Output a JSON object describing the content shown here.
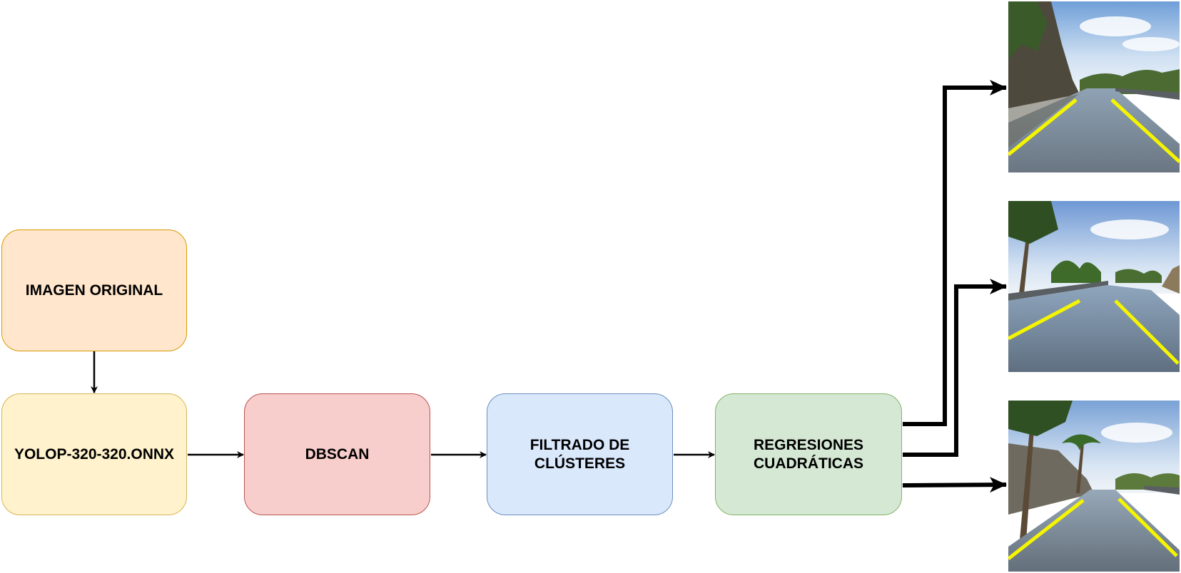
{
  "colors": {
    "orange_fill": "#ffe6cc",
    "orange_stroke": "#d79b00",
    "yellow_fill": "#fff2cc",
    "yellow_stroke": "#d6b656",
    "red_fill": "#f8cecc",
    "red_stroke": "#b85450",
    "blue_fill": "#dae8fc",
    "blue_stroke": "#6c8ebf",
    "green_fill": "#d5e8d4",
    "green_stroke": "#82b366",
    "lane_line": "#f5f500"
  },
  "nodes": {
    "imagen_original": "IMAGEN ORIGINAL",
    "yolop": "YOLOP-320-320.ONNX",
    "dbscan": "DBSCAN",
    "filtrado": "FILTRADO DE CLÚSTERES",
    "regresiones": "REGRESIONES CUADRÁTICAS"
  },
  "outputs": [
    "result-image-1",
    "result-image-2",
    "result-image-3"
  ]
}
